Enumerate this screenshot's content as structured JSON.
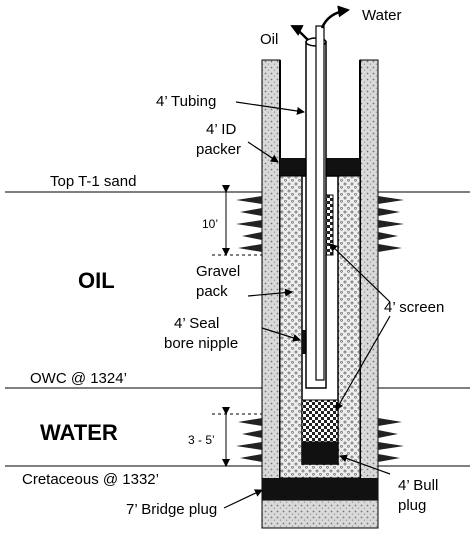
{
  "labels": {
    "oil_arrow": "Oil",
    "water_arrow": "Water",
    "tubing": "4’ Tubing",
    "id_packer_line1": "4’ ID",
    "id_packer_line2": "packer",
    "top_sand": "Top T-1 sand",
    "interval_10": "10’",
    "oil_zone": "OIL",
    "gravel_line1": "Gravel",
    "gravel_line2": "pack",
    "screen": "4’ screen",
    "seal_line1": "4’ Seal",
    "seal_line2": "bore nipple",
    "owc": "OWC @ 1324’",
    "water_zone": "WATER",
    "interval_35": "3 - 5’",
    "cretaceous": "Cretaceous @ 1332’",
    "bull_line1": "4’ Bull",
    "bull_line2": "plug",
    "bridge_plug": "7’ Bridge plug"
  },
  "colors": {
    "line": "#000000",
    "cement": "#cfcfcf",
    "gravel": "#e6e6e6",
    "dark_fill": "#111111"
  }
}
